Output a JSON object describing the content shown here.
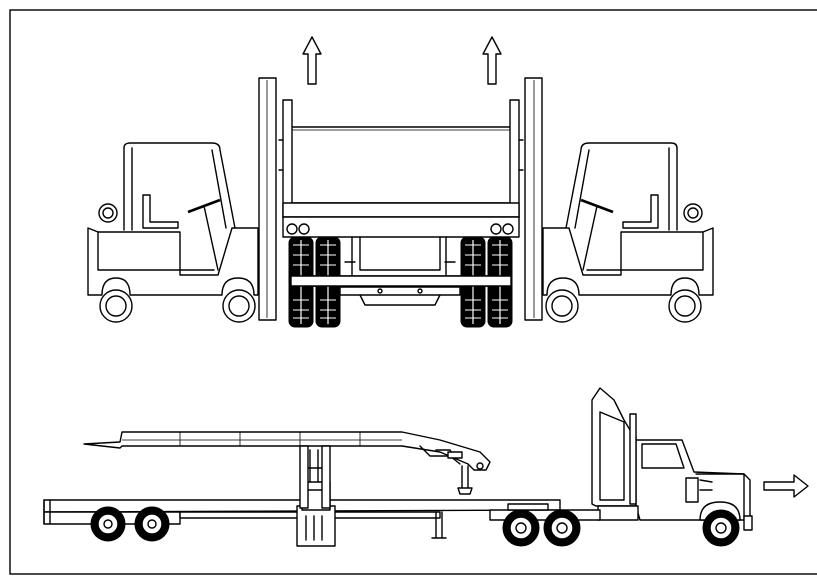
{
  "figure": {
    "background": "#ffffff",
    "stroke_color": "#000000",
    "panels": [
      "forklifts-lifting-trailer-rear-view",
      "tractor-pulling-lowboy-trailer-side-view"
    ],
    "arrows": [
      "up-arrow-left",
      "up-arrow-right",
      "right-arrow"
    ]
  }
}
